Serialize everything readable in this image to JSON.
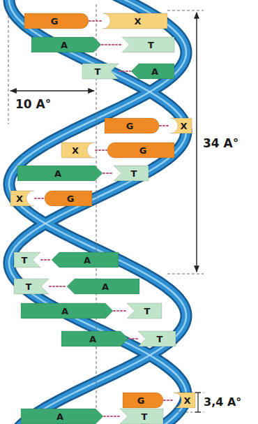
{
  "diagram": {
    "nodes": [
      {
        "text": [
          "G"
        ]
      },
      {
        "text": [
          "X"
        ]
      },
      {
        "text": [
          "A"
        ]
      },
      {
        "text": [
          "T"
        ]
      },
      {
        "text": [
          "T"
        ]
      },
      {
        "text": [
          "A"
        ]
      },
      {
        "text": [
          "G"
        ]
      },
      {
        "text": [
          "X"
        ]
      },
      {
        "text": [
          "X"
        ]
      },
      {
        "text": [
          "G"
        ]
      },
      {
        "text": [
          "A"
        ]
      },
      {
        "text": [
          "T"
        ]
      },
      {
        "text": [
          "X"
        ]
      },
      {
        "text": [
          "G"
        ]
      },
      {
        "text": [
          "T"
        ]
      },
      {
        "text": [
          "A"
        ]
      },
      {
        "text": [
          "T"
        ]
      },
      {
        "text": [
          "A"
        ]
      },
      {
        "text": [
          "A"
        ]
      },
      {
        "text": [
          "T"
        ]
      },
      {
        "text": [
          "A"
        ]
      },
      {
        "text": [
          "T"
        ]
      },
      {
        "text": [
          "G"
        ]
      },
      {
        "text": [
          "X"
        ]
      },
      {
        "text": [
          "A"
        ]
      },
      {
        "text": [
          "T"
        ]
      }
    ],
    "edges": [
      {
        "from": 0,
        "to": 1,
        "arrow": "none"
      },
      {
        "from": 2,
        "to": 3,
        "arrow": "none"
      },
      {
        "from": 4,
        "to": 5,
        "arrow": "none"
      },
      {
        "from": 6,
        "to": 7,
        "arrow": "none"
      },
      {
        "from": 8,
        "to": 9,
        "arrow": "none"
      },
      {
        "from": 10,
        "to": 11,
        "arrow": "none"
      },
      {
        "from": 12,
        "to": 13,
        "arrow": "none"
      },
      {
        "from": 14,
        "to": 15,
        "arrow": "none"
      },
      {
        "from": 16,
        "to": 17,
        "arrow": "none"
      },
      {
        "from": 18,
        "to": 19,
        "arrow": "none"
      },
      {
        "from": 20,
        "to": 21,
        "arrow": "none"
      },
      {
        "from": 22,
        "to": 23,
        "arrow": "none"
      },
      {
        "from": 24,
        "to": 25,
        "arrow": "none"
      }
    ],
    "labels": [
      "10 A°",
      "34 A°",
      "3,4 A°"
    ]
  }
}
